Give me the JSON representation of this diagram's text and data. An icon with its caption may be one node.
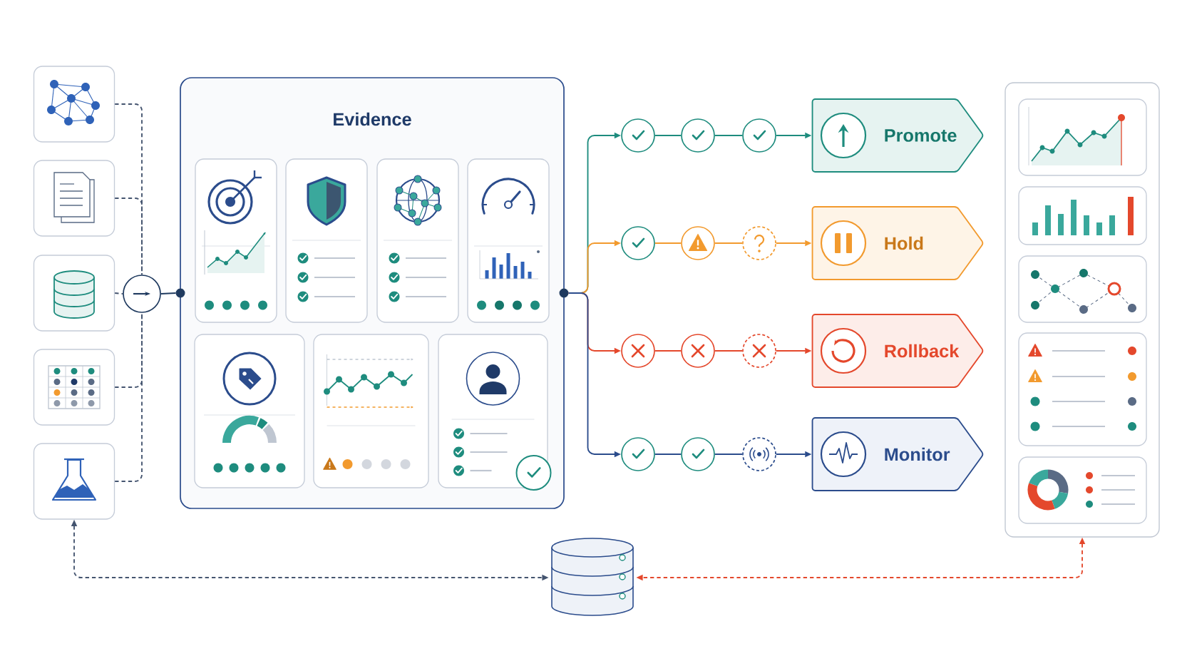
{
  "diagram": {
    "nodes": [
      {
        "text": [],
        "shape": "box"
      },
      {
        "text": [],
        "shape": "box"
      },
      {
        "text": [],
        "shape": "box"
      },
      {
        "text": [],
        "shape": "box"
      },
      {
        "text": [],
        "shape": "box"
      },
      {
        "text": [],
        "shape": "circle"
      },
      {
        "text": [
          "Evidence"
        ]
      },
      {
        "text": [],
        "shape": "box",
        "in": 6
      },
      {
        "text": [],
        "shape": "box",
        "in": 6
      },
      {
        "text": [],
        "shape": "box",
        "in": 6
      },
      {
        "text": [],
        "shape": "box",
        "in": 6
      },
      {
        "text": [],
        "shape": "box",
        "in": 6
      },
      {
        "text": [],
        "shape": "box",
        "in": 6
      },
      {
        "text": [],
        "shape": "box",
        "in": 6
      },
      {
        "text": [],
        "shape": "circle"
      },
      {
        "text": [],
        "shape": "circle"
      },
      {
        "text": [],
        "shape": "circle"
      },
      {
        "text": [],
        "shape": "circle"
      },
      {
        "text": [],
        "shape": "circle"
      },
      {
        "text": [],
        "shape": "circle"
      },
      {
        "text": [],
        "shape": "circle"
      },
      {
        "text": [],
        "shape": "circle"
      },
      {
        "text": [],
        "shape": "circle"
      },
      {
        "text": [],
        "shape": "circle"
      },
      {
        "text": [],
        "shape": "circle"
      },
      {
        "text": [],
        "shape": "circle"
      },
      {
        "text": [
          "Promote"
        ]
      },
      {
        "text": [
          "Hold"
        ]
      },
      {
        "text": [
          "Rollback"
        ]
      },
      {
        "text": [
          "Monitor"
        ]
      },
      {
        "text": [],
        "shape": "box"
      },
      {
        "text": [],
        "shape": "box",
        "in": 30
      },
      {
        "text": [],
        "shape": "box",
        "in": 30
      },
      {
        "text": [],
        "shape": "box",
        "in": 30
      },
      {
        "text": [],
        "shape": "box",
        "in": 30
      },
      {
        "text": [],
        "shape": "box",
        "in": 30
      },
      {
        "text": [],
        "shape": "cylinder"
      },
      {
        "text": [],
        "shape": "circle"
      },
      {
        "text": [],
        "shape": "circle"
      }
    ],
    "edges": [
      {
        "from": 0,
        "to": 5,
        "arrow": "none",
        "style": "dashed",
        "color": "#44546f"
      },
      {
        "from": 1,
        "to": 5,
        "arrow": "none",
        "style": "dashed",
        "color": "#44546f"
      },
      {
        "from": 2,
        "to": 5,
        "arrow": "none",
        "style": "dashed",
        "color": "#44546f"
      },
      {
        "from": 3,
        "to": 5,
        "arrow": "none",
        "style": "dashed",
        "color": "#44546f"
      },
      {
        "from": 4,
        "to": 5,
        "arrow": "none",
        "style": "dashed",
        "color": "#44546f"
      },
      {
        "from": 5,
        "to": 38,
        "arrow": "none",
        "color": "#1f3a5f"
      },
      {
        "from": 37,
        "to": 14,
        "arrow": "to",
        "color": "#1e8c7e"
      },
      {
        "from": 14,
        "to": 15,
        "arrow": "none",
        "color": "#1e8c7e"
      },
      {
        "from": 15,
        "to": 16,
        "arrow": "none",
        "color": "#1e8c7e"
      },
      {
        "from": 16,
        "to": 26,
        "arrow": "to",
        "color": "#1e8c7e"
      },
      {
        "from": 37,
        "to": 17,
        "arrow": "to",
        "color": "#f29a2e"
      },
      {
        "from": 17,
        "to": 18,
        "arrow": "none",
        "color": "#f29a2e"
      },
      {
        "from": 18,
        "to": 19,
        "arrow": "none",
        "color": "#f29a2e"
      },
      {
        "from": 19,
        "to": 27,
        "arrow": "to",
        "color": "#f29a2e"
      },
      {
        "from": 37,
        "to": 20,
        "arrow": "to",
        "color": "#e4482c"
      },
      {
        "from": 20,
        "to": 21,
        "arrow": "none",
        "color": "#e4482c"
      },
      {
        "from": 21,
        "to": 22,
        "arrow": "none",
        "color": "#e4482c"
      },
      {
        "from": 22,
        "to": 28,
        "arrow": "to",
        "color": "#e4482c"
      },
      {
        "from": 37,
        "to": 23,
        "arrow": "to",
        "color": "#2b4c8c"
      },
      {
        "from": 23,
        "to": 24,
        "arrow": "none",
        "color": "#2b4c8c"
      },
      {
        "from": 24,
        "to": 25,
        "arrow": "none",
        "color": "#2b4c8c"
      },
      {
        "from": 25,
        "to": 29,
        "arrow": "to",
        "color": "#2b4c8c"
      },
      {
        "from": 4,
        "to": 36,
        "arrow": "both",
        "style": "dashed",
        "color": "#44546f"
      },
      {
        "from": 30,
        "to": 36,
        "arrow": "both",
        "style": "dashed",
        "color": "#e4482c"
      }
    ]
  }
}
